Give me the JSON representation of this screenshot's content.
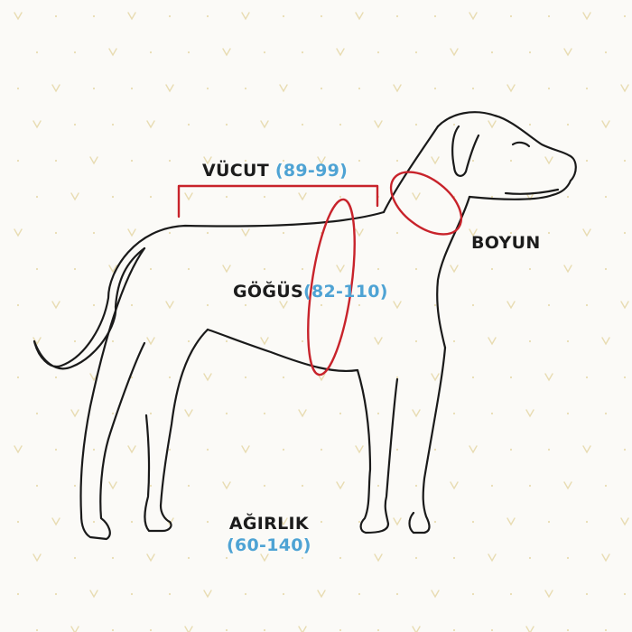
{
  "measurements": {
    "body": {
      "name": "VÜCUT",
      "range": "(89-99)"
    },
    "chest": {
      "name": "GÖĞÜS",
      "range": "(82-110)"
    },
    "neck": {
      "name": "BOYUN"
    },
    "weight": {
      "name": "AĞIRLIK",
      "range": "(60-140)"
    }
  },
  "colors": {
    "marker": "#c8232b",
    "range_text": "#4ea3d4",
    "outline": "#1a1a1a",
    "pattern": "#e8dcb2",
    "background": "#fbfaf7"
  }
}
